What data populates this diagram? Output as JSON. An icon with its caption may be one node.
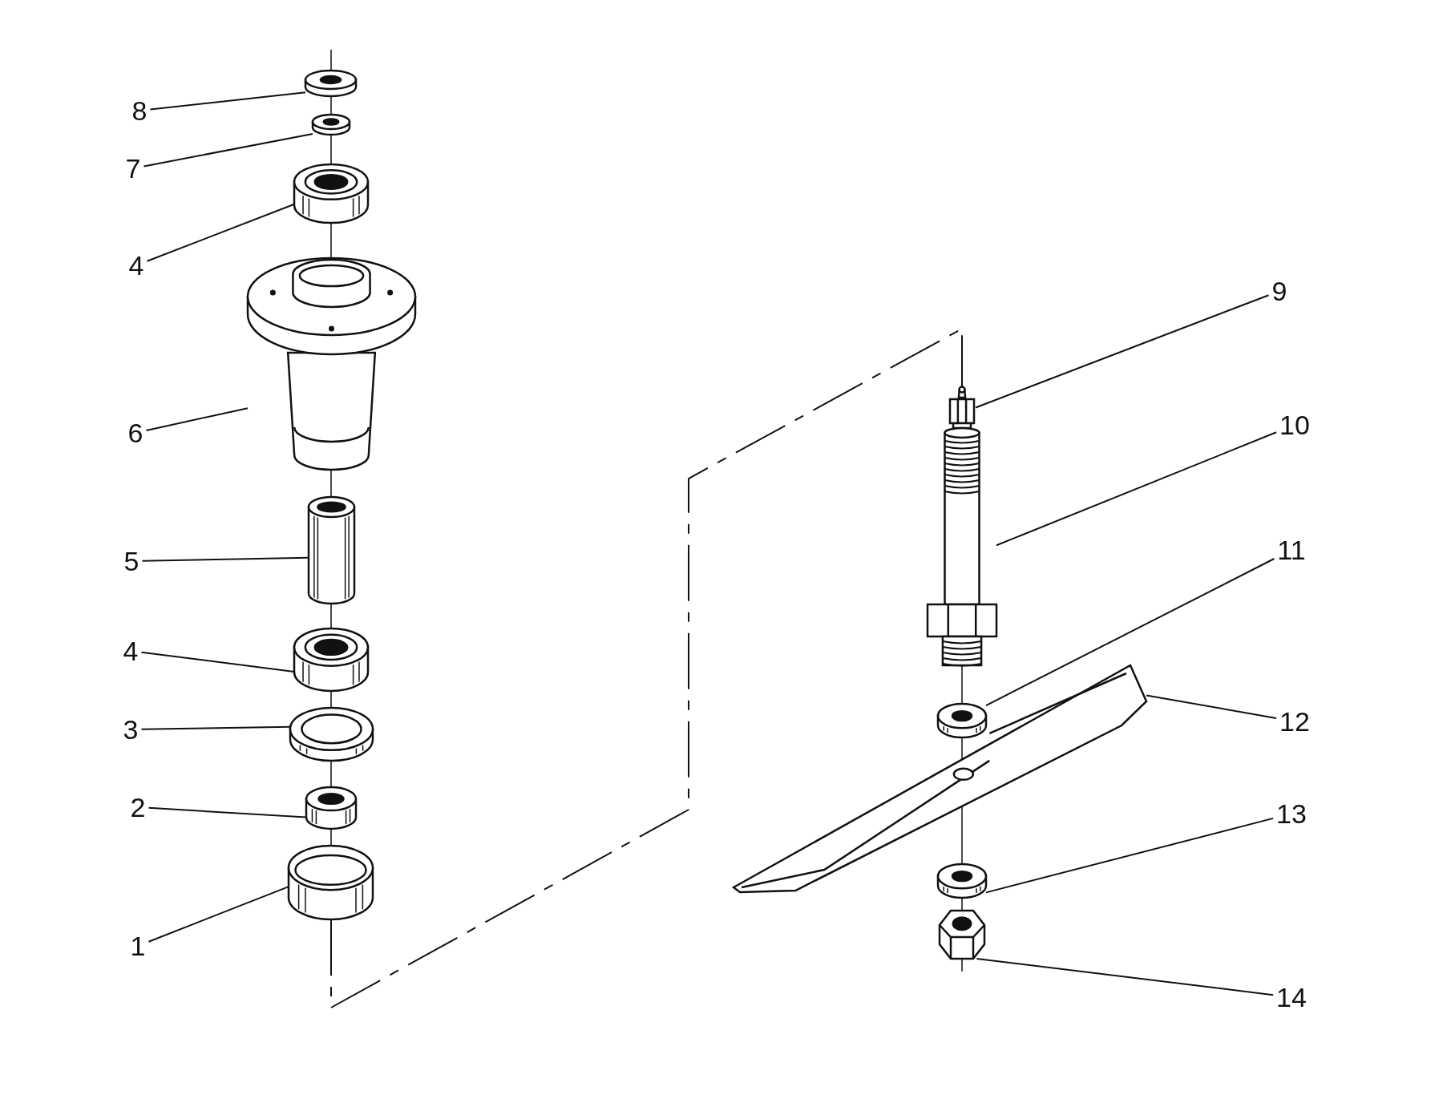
{
  "diagram": {
    "nodes": [
      {
        "text": [
          "8"
        ]
      },
      {
        "text": [
          "7"
        ]
      },
      {
        "text": [
          "4"
        ]
      },
      {
        "text": [
          "6"
        ]
      },
      {
        "text": [
          "5"
        ]
      },
      {
        "text": [
          "4"
        ]
      },
      {
        "text": [
          "3"
        ]
      },
      {
        "text": [
          "2"
        ]
      },
      {
        "text": [
          "1"
        ]
      },
      {
        "text": [
          "9"
        ]
      },
      {
        "text": [
          "10"
        ]
      },
      {
        "text": [
          "11"
        ]
      },
      {
        "text": [
          "12"
        ]
      },
      {
        "text": [
          "13"
        ]
      },
      {
        "text": [
          "14"
        ]
      },
      {
        "text": [],
        "shape": "picture"
      },
      {
        "text": [],
        "shape": "picture"
      },
      {
        "text": [],
        "shape": "picture"
      },
      {
        "text": [],
        "shape": "picture"
      },
      {
        "text": [],
        "shape": "picture"
      },
      {
        "text": [],
        "shape": "picture"
      },
      {
        "text": [],
        "shape": "picture"
      },
      {
        "text": [],
        "shape": "picture"
      },
      {
        "text": [],
        "shape": "picture"
      },
      {
        "text": [],
        "shape": "picture"
      },
      {
        "text": [],
        "shape": "picture"
      },
      {
        "text": [],
        "shape": "picture"
      },
      {
        "text": [],
        "shape": "picture"
      },
      {
        "text": [],
        "shape": "picture"
      },
      {
        "text": [],
        "shape": "picture"
      }
    ],
    "edges": [
      {
        "from": 0,
        "to": 15,
        "arrow": "none"
      },
      {
        "from": 1,
        "to": 16,
        "arrow": "none"
      },
      {
        "from": 2,
        "to": 17,
        "arrow": "none"
      },
      {
        "from": 3,
        "to": 18,
        "arrow": "none"
      },
      {
        "from": 4,
        "to": 19,
        "arrow": "none"
      },
      {
        "from": 5,
        "to": 20,
        "arrow": "none"
      },
      {
        "from": 6,
        "to": 21,
        "arrow": "none"
      },
      {
        "from": 7,
        "to": 22,
        "arrow": "none"
      },
      {
        "from": 8,
        "to": 23,
        "arrow": "none"
      },
      {
        "from": 9,
        "to": 24,
        "arrow": "none"
      },
      {
        "from": 10,
        "to": 25,
        "arrow": "none"
      },
      {
        "from": 11,
        "to": 26,
        "arrow": "none"
      },
      {
        "from": 12,
        "to": 27,
        "arrow": "none"
      },
      {
        "from": 13,
        "to": 28,
        "arrow": "none"
      },
      {
        "from": 14,
        "to": 29,
        "arrow": "none"
      },
      {
        "from": 23,
        "to": 24,
        "arrow": "none",
        "style": "dashed"
      }
    ]
  }
}
